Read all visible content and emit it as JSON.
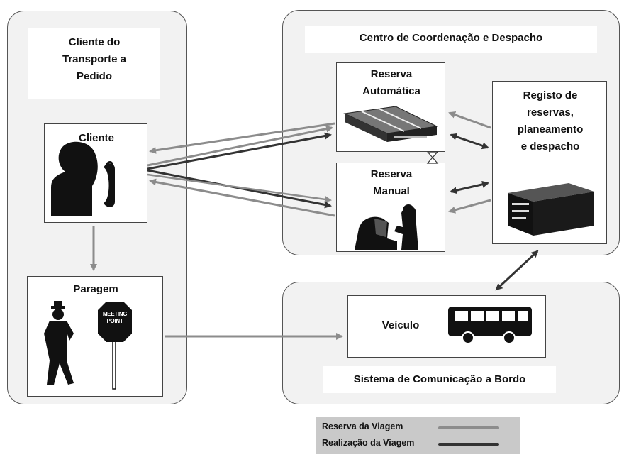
{
  "panels": {
    "client": {
      "title": "Cliente do\nTransporte a\nPedido"
    },
    "center": {
      "title": "Centro de Coordenação e Despacho"
    },
    "onboard": {
      "title": "Sistema de Comunicação a Bordo"
    }
  },
  "boxes": {
    "cliente": "Cliente",
    "paragem": "Paragem",
    "meeting_point": "MEETING\nPOINT",
    "reserva_auto": "Reserva\nAutomática",
    "reserva_manual": "Reserva\nManual",
    "registo": "Registo de\nreservas,\nplaneamento\ne despacho",
    "veiculo": "Veículo"
  },
  "legend": {
    "row1": "Reserva da Viagem",
    "row2": "Realização da Viagem",
    "color1": "#8c8c8c",
    "color2": "#333333"
  },
  "icons": [
    "person-phone-icon",
    "pedestrian-icon",
    "meeting-point-sign-icon",
    "server-unit-icon",
    "operator-computer-icon",
    "data-unit-icon",
    "bus-icon"
  ]
}
